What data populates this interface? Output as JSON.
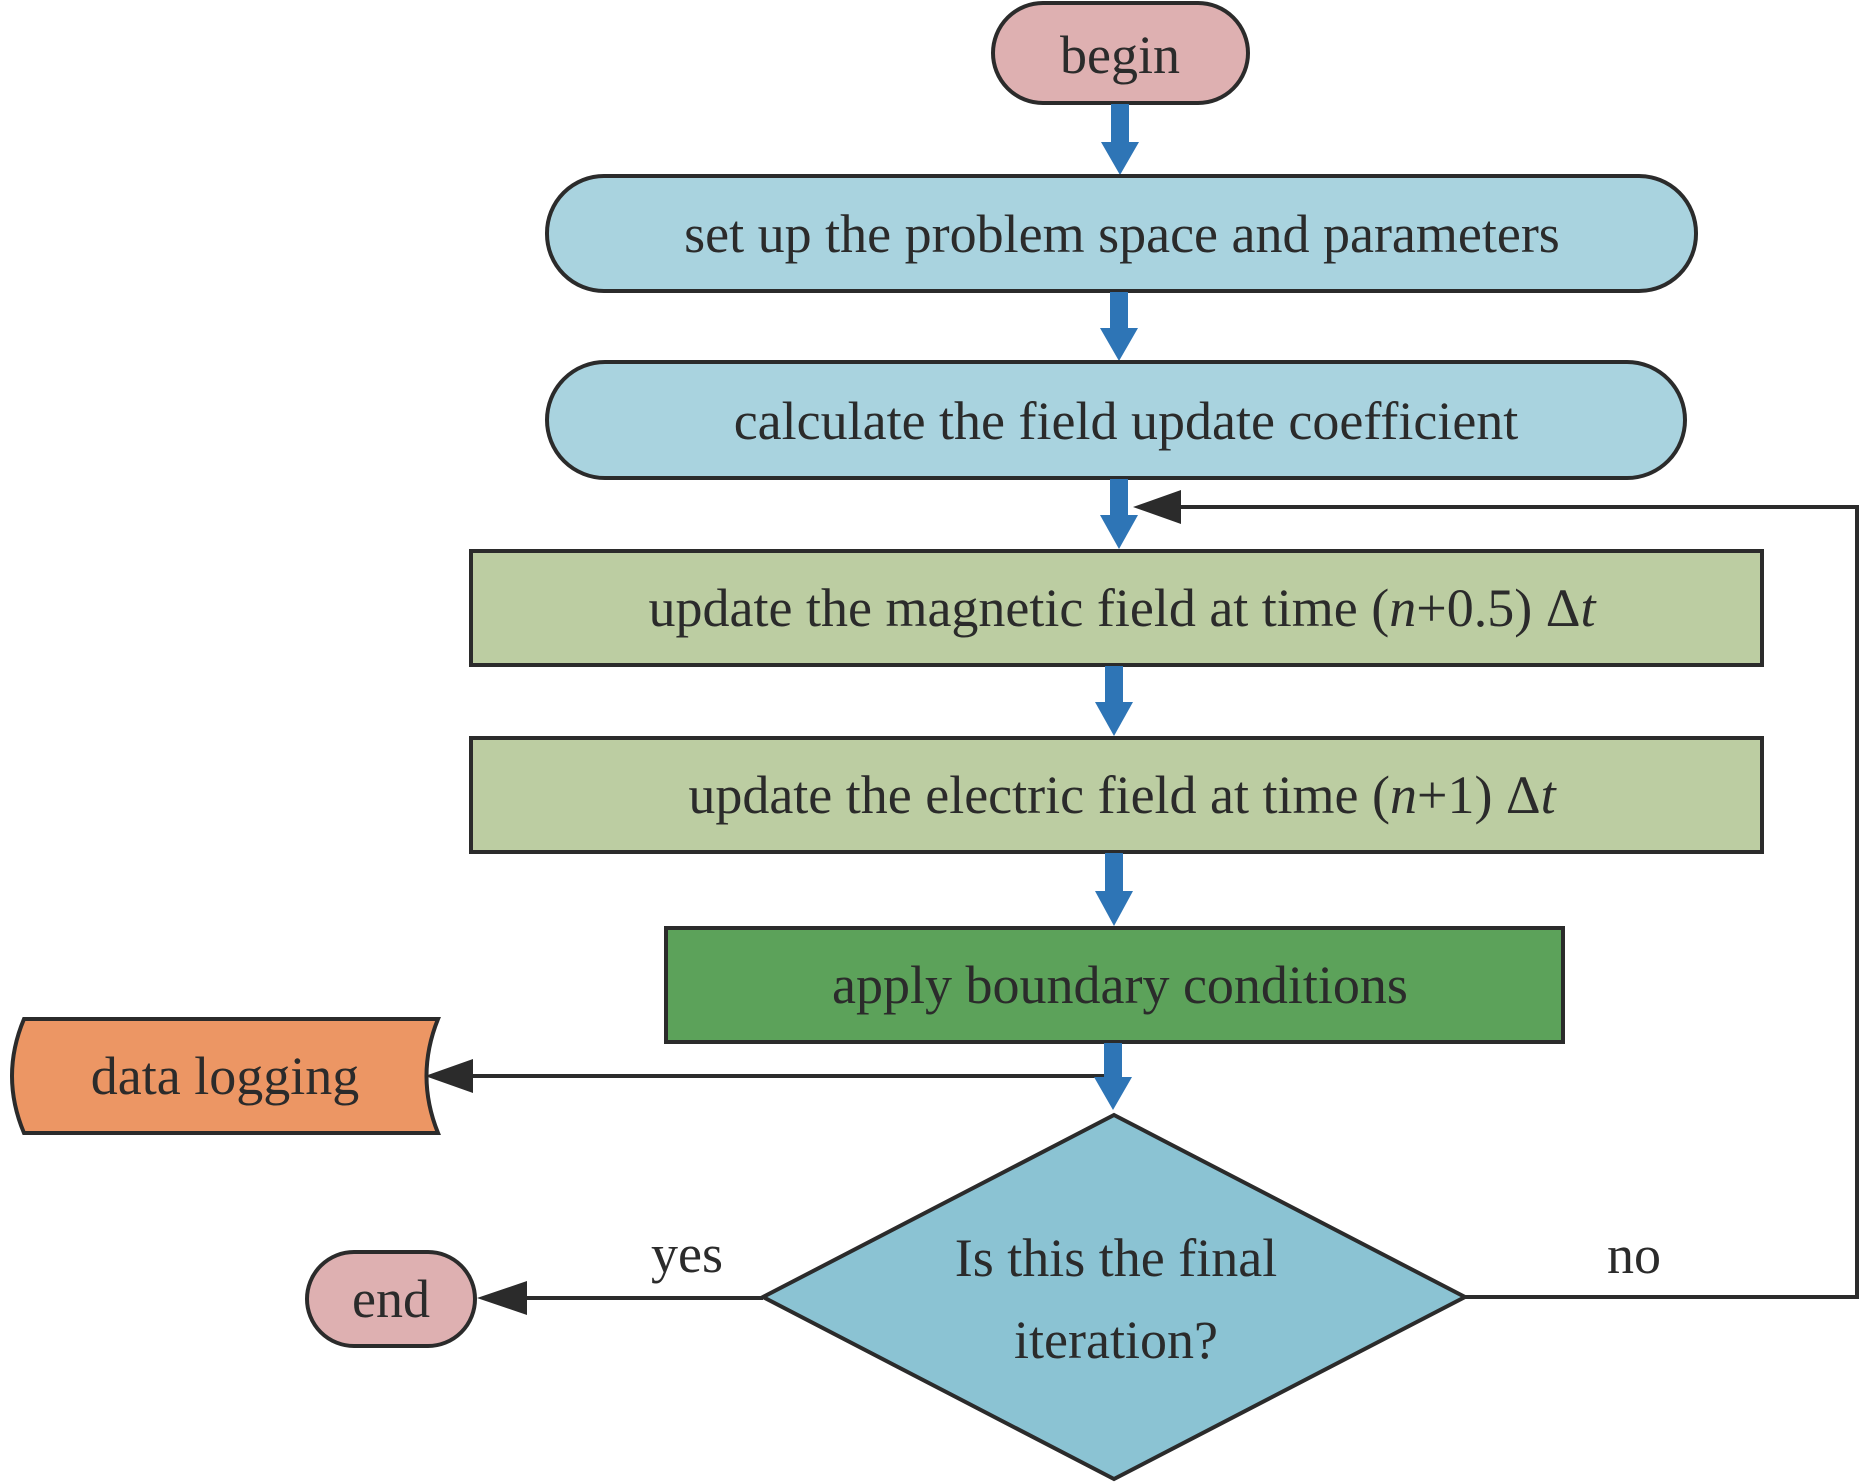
{
  "colors": {
    "terminal": "#deb0b1",
    "setup": "#a9d3df",
    "update": "#bccda2",
    "boundary": "#5ca25a",
    "logging": "#ec9664",
    "decision": "#8bc3d3",
    "flow_arrow": "#2e75b6",
    "connector": "#2b2b2b"
  },
  "nodes": {
    "begin": "begin",
    "setup": "set up the problem space and parameters",
    "coeff": "calculate the field update coefficient",
    "magnetic": {
      "prefix": "update the magnetic field at time (",
      "var": "n",
      "suffix": "+0.5) Δ",
      "tvar": "t"
    },
    "electric": {
      "prefix": "update the electric field at time (",
      "var": "n",
      "suffix": "+1) Δ",
      "tvar": "t"
    },
    "boundary": "apply boundary conditions",
    "logging": "data logging",
    "decision_line1": "Is this the final",
    "decision_line2": "iteration?",
    "end": "end"
  },
  "edge_labels": {
    "yes": "yes",
    "no": "no"
  }
}
